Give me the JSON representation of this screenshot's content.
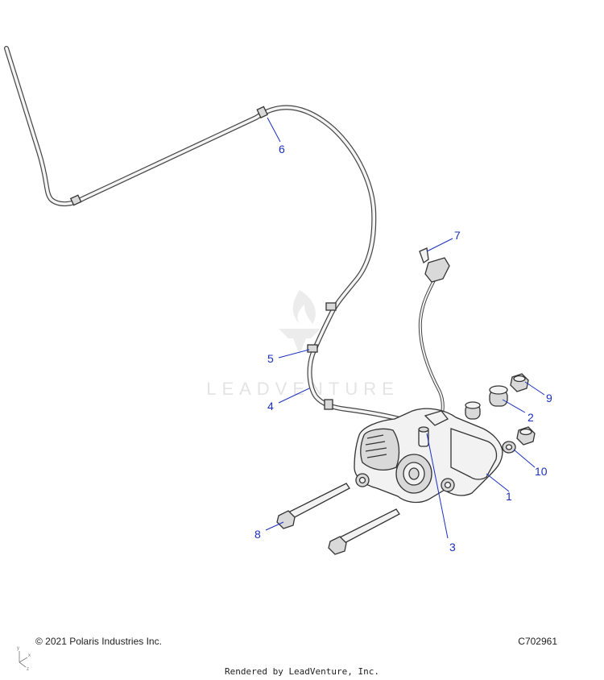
{
  "watermark": {
    "text": "LEADVENTURE"
  },
  "callouts": [
    {
      "id": "1",
      "label": "1"
    },
    {
      "id": "2",
      "label": "2"
    },
    {
      "id": "3",
      "label": "3"
    },
    {
      "id": "4",
      "label": "4"
    },
    {
      "id": "5",
      "label": "5"
    },
    {
      "id": "6",
      "label": "6"
    },
    {
      "id": "7",
      "label": "7"
    },
    {
      "id": "8",
      "label": "8"
    },
    {
      "id": "9",
      "label": "9"
    },
    {
      "id": "10",
      "label": "10"
    }
  ],
  "axis_gizmo": {
    "x": "x",
    "y": "y",
    "z": "z"
  },
  "footer": {
    "copyright": "© 2021 Polaris Industries Inc.",
    "drawing_id": "C702961",
    "rendered_by": "Rendered by LeadVenture, Inc."
  },
  "colors": {
    "callout": "#1a2fbf",
    "line_art": "#333333",
    "watermark": "#e4e4e4"
  }
}
